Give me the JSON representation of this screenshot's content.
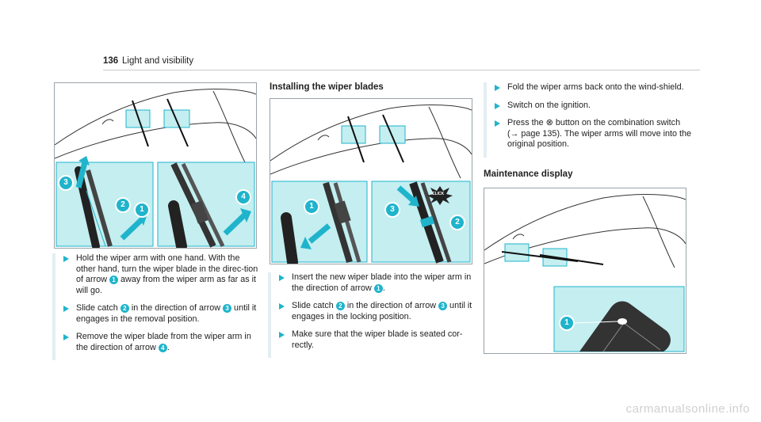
{
  "header": {
    "page_number": "136",
    "section": "Light and visibility"
  },
  "colors": {
    "accent": "#1fb4cc",
    "panel": "#c4eef0"
  },
  "left_column": {
    "steps": [
      {
        "parts": [
          "Hold the wiper arm with one hand. With the other hand, turn the wiper blade in the direc-tion of arrow ",
          "1",
          " away from the wiper arm as far as it will go."
        ]
      },
      {
        "parts": [
          "Slide catch ",
          "2",
          " in the direction of arrow ",
          "3",
          " until it engages in the removal position."
        ]
      },
      {
        "parts": [
          "Remove the wiper blade from the wiper arm in the direction of arrow ",
          "4",
          "."
        ]
      }
    ]
  },
  "middle_column": {
    "title": "Installing the wiper blades",
    "steps": [
      {
        "parts": [
          "Insert the new wiper blade into the wiper arm in the direction of arrow ",
          "1",
          "."
        ]
      },
      {
        "parts": [
          "Slide catch ",
          "2",
          " in the direction of arrow ",
          "3",
          " until it engages in the locking position."
        ]
      },
      {
        "parts": [
          "Make sure that the wiper blade is seated cor-rectly."
        ]
      }
    ]
  },
  "right_column": {
    "steps": [
      {
        "parts": [
          "Fold the wiper arms back onto the wind-shield."
        ]
      },
      {
        "parts": [
          "Switch on the ignition."
        ]
      },
      {
        "parts": [
          "Press the ",
          "⊗",
          " button on the combination switch (",
          "→",
          " page 135). The wiper arms will move into the original position."
        ]
      }
    ],
    "maintenance_title": "Maintenance display"
  },
  "figure_callouts": {
    "fig1": [
      "3",
      "2",
      "1",
      "4"
    ],
    "fig2": [
      "1",
      "3",
      "2"
    ],
    "fig3": [
      "1"
    ],
    "click_label": "CLICK"
  },
  "watermark": "carmanualsonline.info"
}
